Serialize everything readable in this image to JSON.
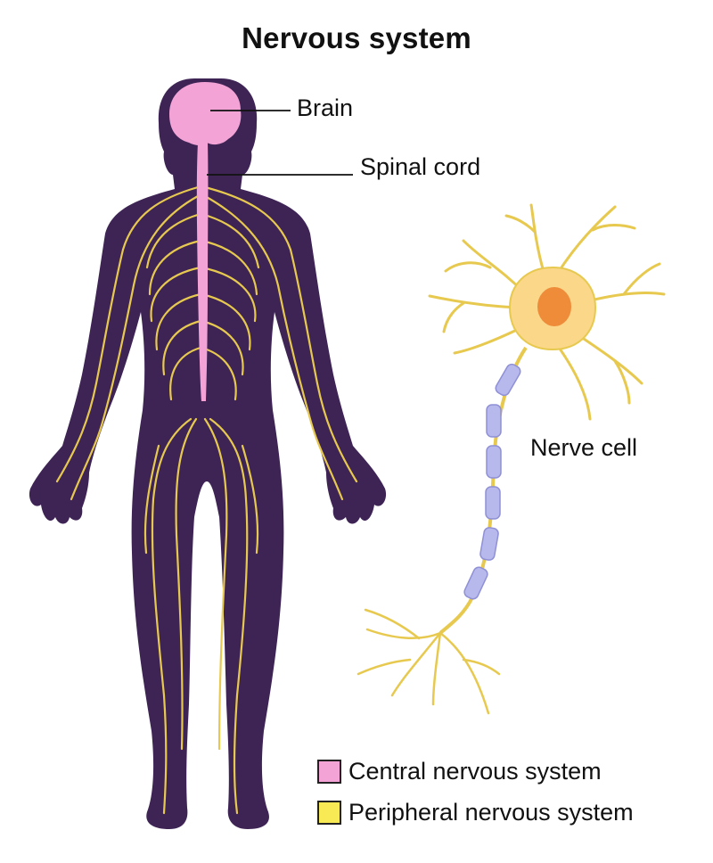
{
  "title": "Nervous system",
  "labels": {
    "brain": "Brain",
    "spinal_cord": "Spinal cord",
    "nerve_cell": "Nerve cell"
  },
  "legend": [
    {
      "label": "Central nervous system",
      "color": "#f4a3d6"
    },
    {
      "label": "Peripheral nervous system",
      "color": "#f7ea55"
    }
  ],
  "colors": {
    "body": "#3e2455",
    "brain": "#f4a3d6",
    "nerves": "#e7c94f",
    "cell_body": "#fbd78a",
    "nucleus": "#ee8c3a",
    "myelin": "#b7b8ec"
  }
}
